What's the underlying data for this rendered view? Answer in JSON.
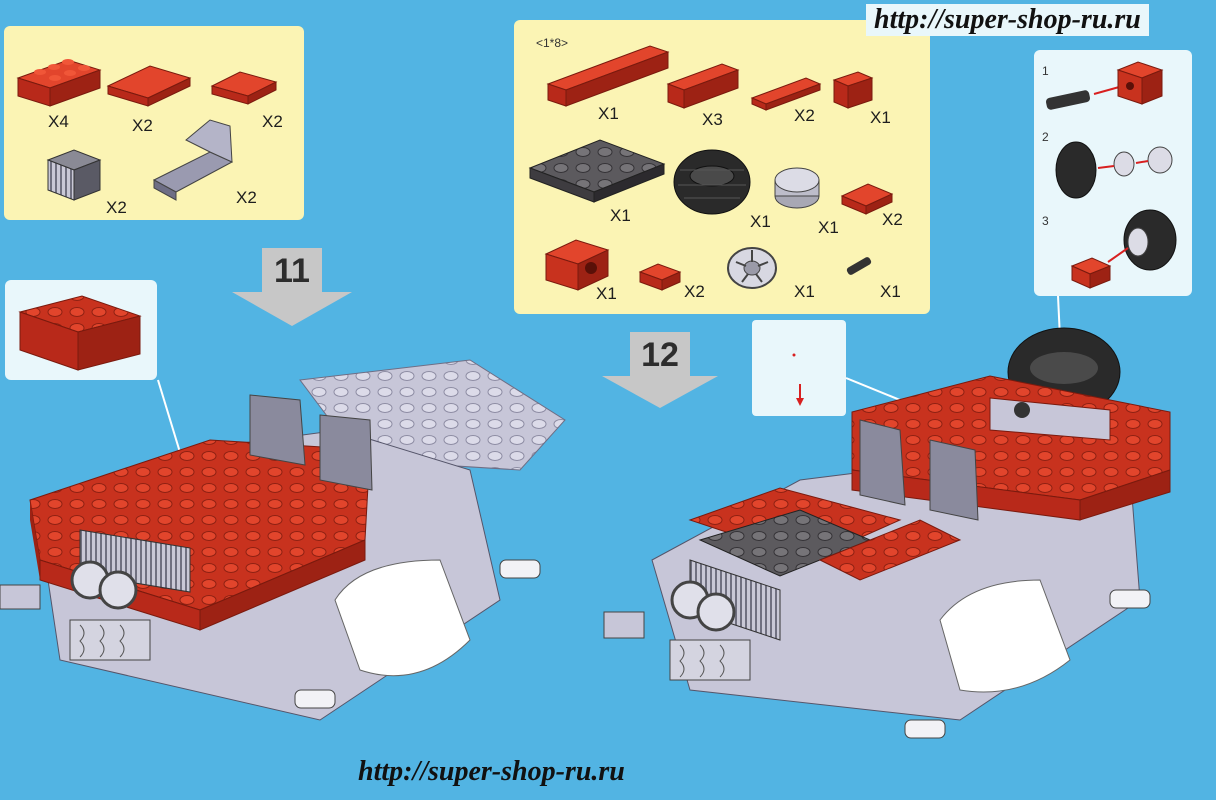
{
  "watermark": {
    "top": "http://super-shop-ru.ru",
    "bottom": "http://super-shop-ru.ru"
  },
  "step11": {
    "number": "11",
    "parts": [
      {
        "icon": "red-brick-2x4-icon",
        "qty": "X4"
      },
      {
        "icon": "red-plate-2x4-icon",
        "qty": "X2"
      },
      {
        "icon": "red-plate-2x2-icon",
        "qty": "X2"
      },
      {
        "icon": "grille-brick-icon",
        "qty": "X2"
      },
      {
        "icon": "seat-icon",
        "qty": "X2"
      }
    ]
  },
  "step12": {
    "number": "12",
    "part_note": "<1*8>",
    "parts": [
      {
        "icon": "red-brick-1x8-icon",
        "qty": "X1"
      },
      {
        "icon": "red-brick-1x4-icon",
        "qty": "X3"
      },
      {
        "icon": "red-plate-1x4-icon",
        "qty": "X2"
      },
      {
        "icon": "red-brick-1x2-icon",
        "qty": "X1"
      },
      {
        "icon": "gray-plate-4x4-icon",
        "qty": "X1"
      },
      {
        "icon": "tire-icon",
        "qty": "X1"
      },
      {
        "icon": "round-plate-icon",
        "qty": "X1"
      },
      {
        "icon": "red-plate-1x2-icon",
        "qty": "X2"
      },
      {
        "icon": "technic-brick-icon",
        "qty": "X1"
      },
      {
        "icon": "red-tile-1x1-icon",
        "qty": "X2"
      },
      {
        "icon": "wheel-rim-icon",
        "qty": "X1"
      },
      {
        "icon": "axle-pin-icon",
        "qty": "X1"
      }
    ]
  },
  "subassembly": {
    "steps": [
      "1",
      "2",
      "3"
    ]
  },
  "colors": {
    "background": "#52b4e3",
    "parts_panel": "#fbf4b4",
    "callout_panel": "#e9f7fb",
    "brick_red": "#c8321e",
    "brick_gray": "#c7c6d8",
    "arrow_gray": "#c7c7c7"
  }
}
